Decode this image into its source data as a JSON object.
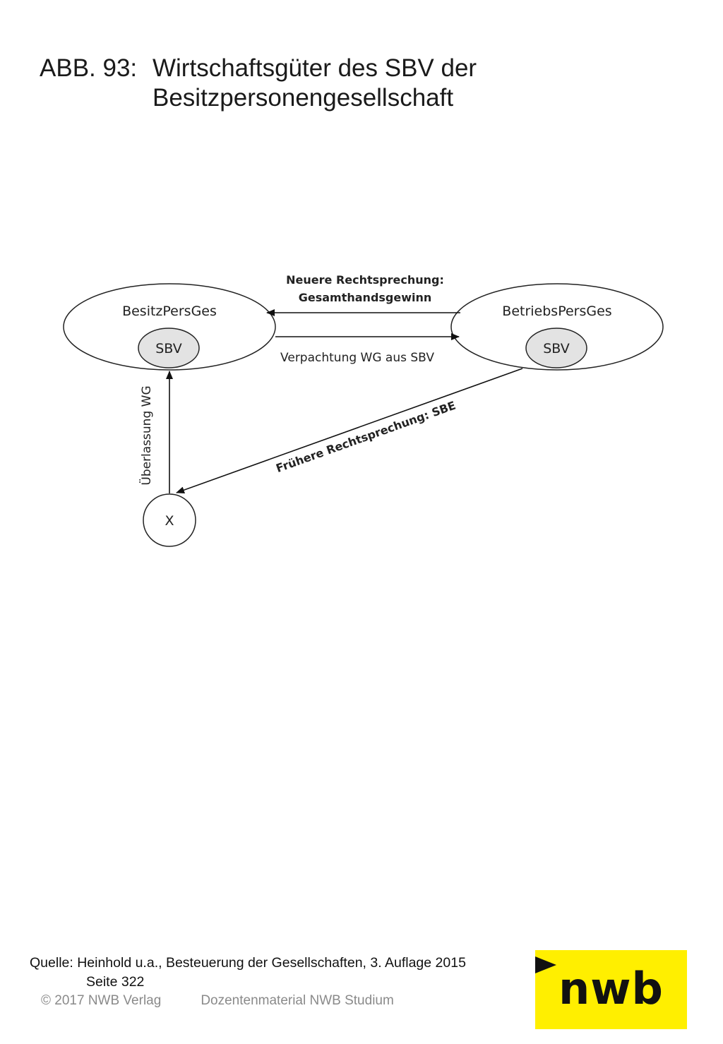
{
  "title": {
    "prefix": "ABB. 93:",
    "line1": "Wirtschaftsgüter des SBV der",
    "line2": "Besitzpersonengesellschaft"
  },
  "diagram": {
    "nodes": {
      "besitz": {
        "label": "BesitzPersGes",
        "inner": "SBV"
      },
      "betrieb": {
        "label": "BetriebsPersGes",
        "inner": "SBV"
      },
      "x": {
        "label": "X"
      }
    },
    "edges": {
      "neuere_line1": "Neuere Rechtsprechung:",
      "neuere_line2": "Gesamthandsgewinn",
      "verpachtung": "Verpachtung WG aus SBV",
      "ueberlassung": "Überlassung WG",
      "fruehere": "Frühere Rechtsprechung: SBE"
    }
  },
  "source": {
    "line1": "Quelle: Heinhold u.a., Besteuerung der Gesellschaften, 3. Auflage 2015",
    "line2": "Seite 322"
  },
  "footer": {
    "copyright": "© 2017 NWB Verlag",
    "product": "Dozentenmaterial NWB Studium"
  },
  "logo": {
    "text": "nwb",
    "color": "#ffef00"
  }
}
